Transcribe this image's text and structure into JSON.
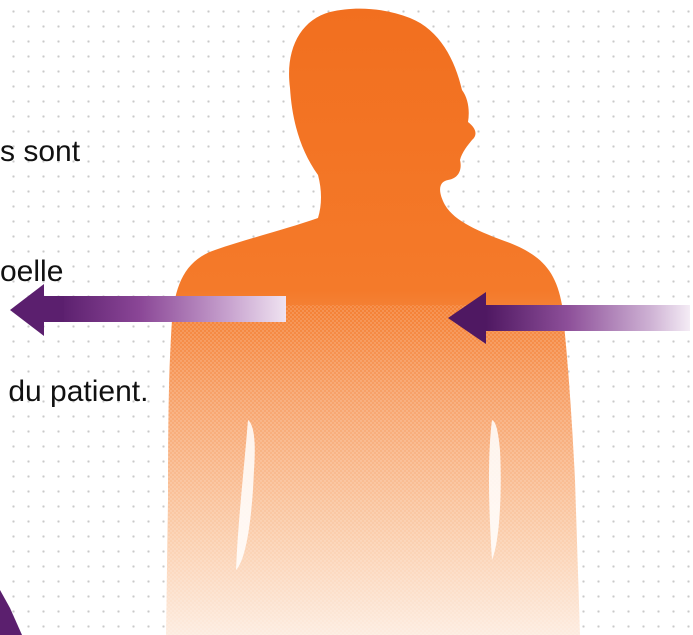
{
  "caption": {
    "lines": [
      "s sont",
      "oelle",
      " du patient."
    ]
  },
  "colors": {
    "silhouette": "#f26f1f",
    "silhouette_fade": "#fde8d8",
    "arrow_dark": "#5b1f6e",
    "arrow_mid": "#9c5aa8",
    "arrow_light": "#e3cde6"
  },
  "icons": {
    "figure": "human-silhouette-icon",
    "left_arrow": "left-arrow-icon",
    "right_arrow": "left-arrow-icon"
  }
}
